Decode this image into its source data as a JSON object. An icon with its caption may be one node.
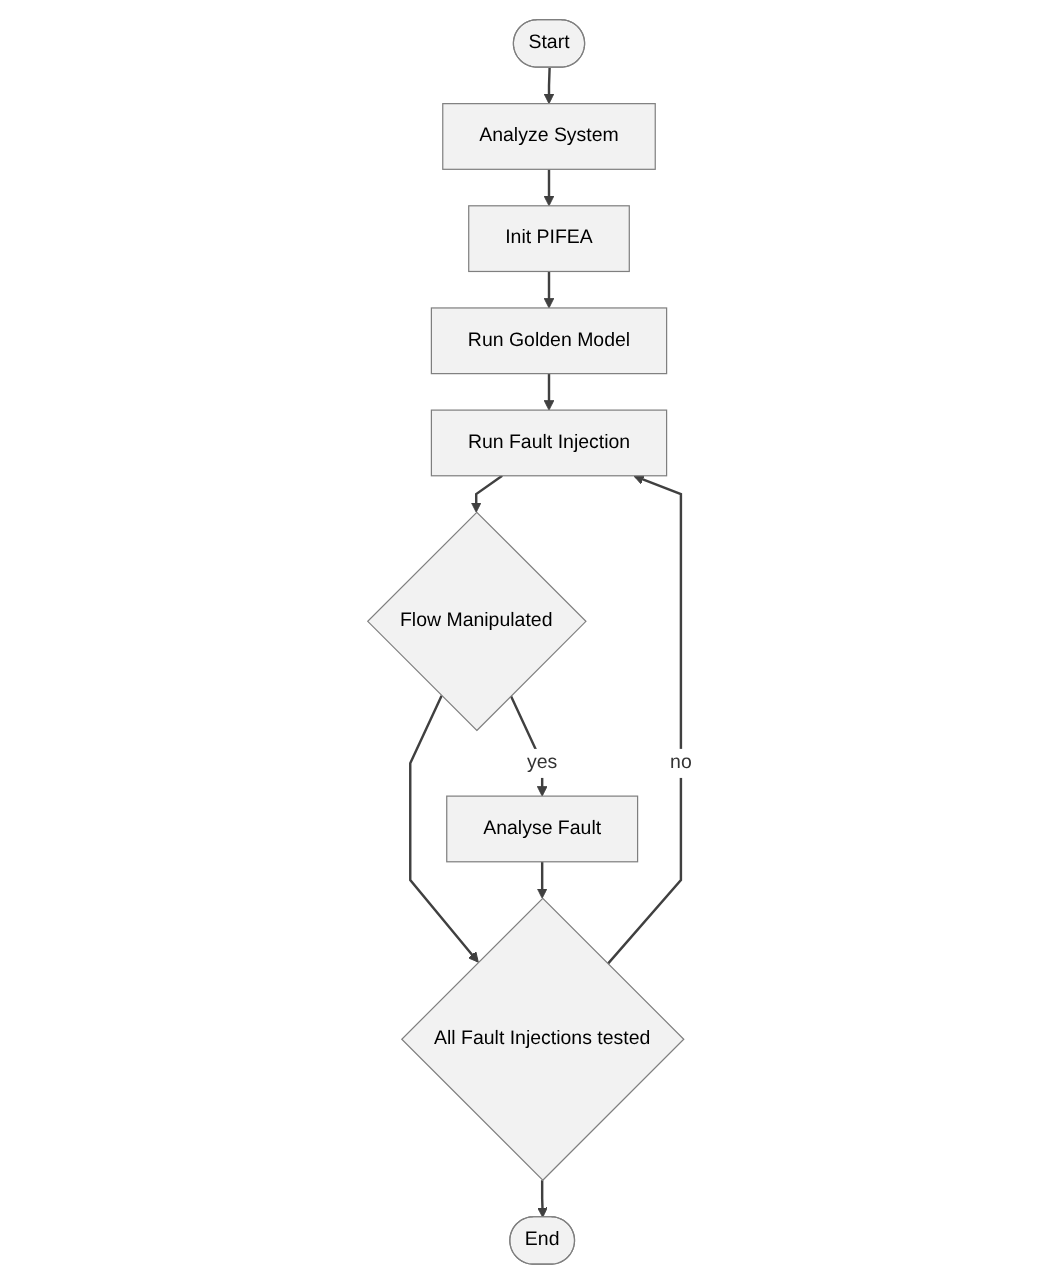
{
  "diagram": {
    "nodes": [
      {
        "text": [
          "Start"
        ]
      },
      {
        "text": [
          "Analyze System"
        ]
      },
      {
        "text": [
          "Init PIFEA"
        ]
      },
      {
        "text": [
          "Run Golden Model"
        ]
      },
      {
        "text": [
          "Run Fault Injection"
        ]
      },
      {
        "text": [
          "Flow Manipulated"
        ]
      },
      {
        "text": [
          "Analyse Fault"
        ]
      },
      {
        "text": [
          "All Fault Injections tested"
        ]
      },
      {
        "text": [
          "End"
        ]
      }
    ],
    "edges": [
      {
        "from": 0,
        "to": 1,
        "arrow": "to"
      },
      {
        "from": 1,
        "to": 2,
        "arrow": "to"
      },
      {
        "from": 2,
        "to": 3,
        "arrow": "to"
      },
      {
        "from": 3,
        "to": 4,
        "arrow": "to"
      },
      {
        "from": 4,
        "to": 5,
        "arrow": "to"
      },
      {
        "from": 5,
        "to": 6,
        "arrow": "to",
        "label": "yes"
      },
      {
        "from": 5,
        "to": 7,
        "arrow": "to"
      },
      {
        "from": 6,
        "to": 7,
        "arrow": "to"
      },
      {
        "from": 7,
        "to": 4,
        "arrow": "to",
        "label": "no"
      },
      {
        "from": 7,
        "to": 8,
        "arrow": "to"
      }
    ]
  }
}
